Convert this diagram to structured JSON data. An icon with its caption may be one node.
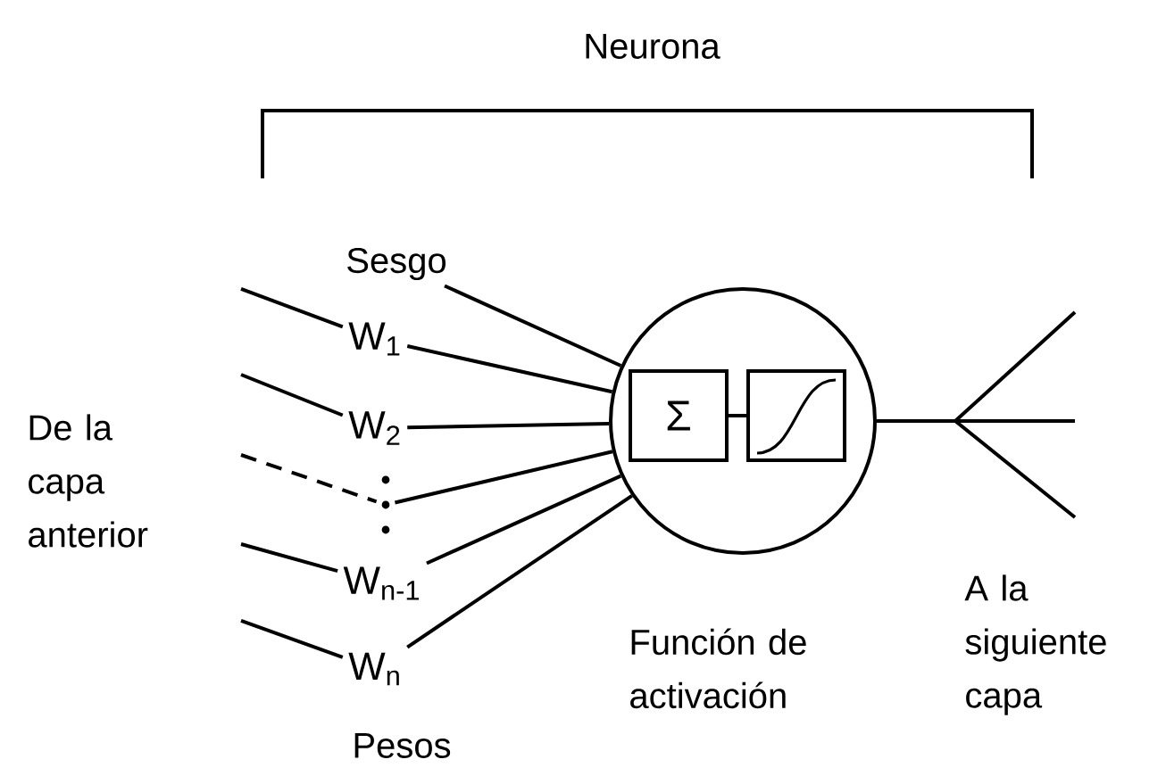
{
  "diagram": {
    "title": "Neurona",
    "nodes": [
      {
        "text": [],
        "shape": "circle"
      },
      {
        "text": [
          "Σ"
        ],
        "in": 0
      },
      {
        "text": [],
        "shape": "box",
        "in": 0
      },
      {
        "text": [
          "Sesgo"
        ]
      },
      {
        "text": [
          "W$_{1}$"
        ]
      },
      {
        "text": [
          "W$_{2}$"
        ]
      },
      {
        "text": [],
        "shape": "dots"
      },
      {
        "text": [
          "W$_{n-1}$"
        ]
      },
      {
        "text": [
          "W$_{n}$"
        ]
      }
    ],
    "edges": [
      {
        "from": 1,
        "to": 2,
        "arrow": "none"
      },
      {
        "from": 3,
        "to": 0,
        "arrow": "none"
      },
      {
        "from": null,
        "to": 4,
        "arrow": "none"
      },
      {
        "from": 4,
        "to": 0,
        "arrow": "none"
      },
      {
        "from": null,
        "to": 5,
        "arrow": "none"
      },
      {
        "from": 5,
        "to": 0,
        "arrow": "none"
      },
      {
        "from": null,
        "to": 6,
        "arrow": "none",
        "style": "dashed"
      },
      {
        "from": 6,
        "to": 0,
        "arrow": "none"
      },
      {
        "from": null,
        "to": 7,
        "arrow": "none"
      },
      {
        "from": 7,
        "to": 0,
        "arrow": "none"
      },
      {
        "from": null,
        "to": 8,
        "arrow": "none"
      },
      {
        "from": 8,
        "to": 0,
        "arrow": "none"
      },
      {
        "from": 0,
        "to": null,
        "arrow": "none"
      },
      {
        "from": 0,
        "to": null,
        "arrow": "none"
      },
      {
        "from": 0,
        "to": null,
        "arrow": "none"
      }
    ],
    "labels": [
      "De la capa anterior",
      "Pesos",
      "Función de activación",
      "A la siguiente capa"
    ]
  }
}
